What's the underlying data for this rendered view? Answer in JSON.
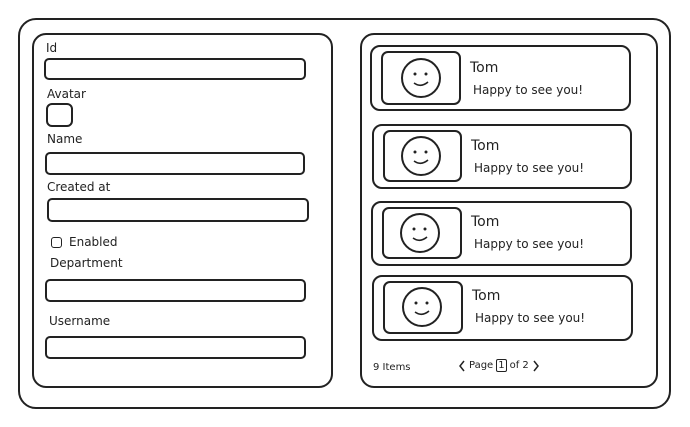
{
  "form": {
    "id_label": "Id",
    "avatar_label": "Avatar",
    "name_label": "Name",
    "created_label": "Created at",
    "enabled_label": "Enabled",
    "department_label": "Department",
    "username_label": "Username",
    "id_value": "",
    "name_value": "",
    "created_value": "",
    "department_value": "",
    "username_value": ""
  },
  "list": {
    "items": [
      {
        "name": "Tom",
        "message": "Happy to see you!",
        "avatar_icon": "smiley-face-icon"
      },
      {
        "name": "Tom",
        "message": "Happy to see you!",
        "avatar_icon": "smiley-face-icon"
      },
      {
        "name": "Tom",
        "message": "Happy to see you!",
        "avatar_icon": "smiley-face-icon"
      },
      {
        "name": "Tom",
        "message": "Happy to see you!",
        "avatar_icon": "smiley-face-icon"
      }
    ],
    "item_count": "9 Items",
    "pager": {
      "prev_icon": "chevron-left-icon",
      "page_word": "Page",
      "current_page": "1",
      "of_text": "of 2",
      "next_icon": "chevron-right-icon"
    }
  }
}
